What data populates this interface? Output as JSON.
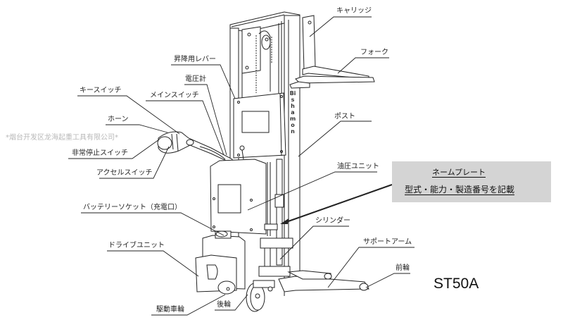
{
  "diagram": {
    "model": "ST50A",
    "brand_on_mast": "Bishamon",
    "watermark": "*烟台开发区龙海起重工具有限公司*",
    "labels": {
      "carriage": "キャリッジ",
      "fork": "フォーク",
      "lift_lever": "昇降用レバー",
      "voltmeter": "電圧計",
      "main_switch": "メインスイッチ",
      "key_switch": "キースイッチ",
      "horn": "ホーン",
      "emergency_stop": "非常停止スイッチ",
      "accel_switch": "アクセルスイッチ",
      "post": "ポスト",
      "hydraulic_unit": "油圧ユニット",
      "battery_socket": "バッテリーソケット（充電口）",
      "drive_unit": "ドライブユニット",
      "drive_wheel": "駆動車輪",
      "rear_wheel": "後輪",
      "cylinder": "シリンダー",
      "support_arm": "サポートアーム",
      "front_wheel": "前輪"
    },
    "nameplate": {
      "title": "ネームプレート",
      "description": "型式・能力・製造番号を記載"
    },
    "colors": {
      "line": "#222222",
      "nameplate_bg": "#d4d4d4",
      "watermark_stroke": "#b9b9b9"
    }
  }
}
